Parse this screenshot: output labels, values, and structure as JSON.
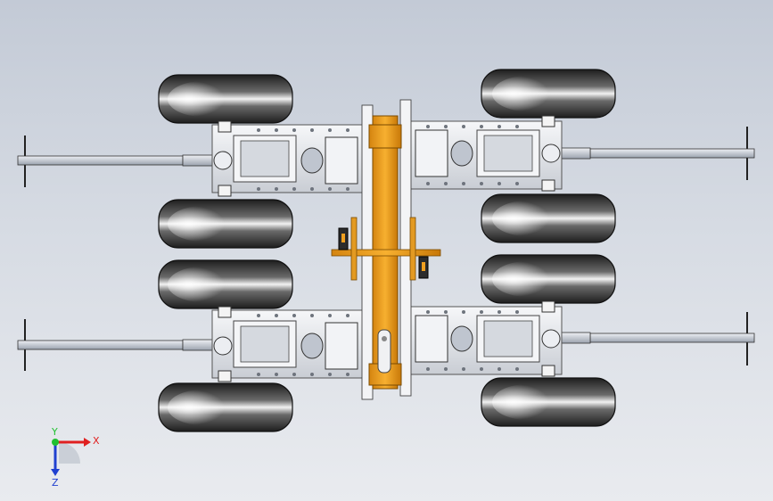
{
  "viewport": {
    "background_top": "#c3cad6",
    "background_bottom": "#e9ebef"
  },
  "model": {
    "parts": {
      "wheel": "tire-wheel",
      "axle_arm": "telescopic-arm",
      "spine": "central-orange-spine",
      "crossbar": "orange-crossbar"
    },
    "colors": {
      "tire": "#3a3a3a",
      "rim_highlight": "#ffffff",
      "frame": "#e4e6ea",
      "orange": "#f0a020",
      "dark_orange": "#b8700a",
      "steel": "#c9ced6"
    }
  },
  "triad": {
    "x_label": "X",
    "y_label": "Y",
    "z_label": "Z",
    "x_color": "#e02020",
    "y_color": "#20c030",
    "z_color": "#2040d0"
  }
}
